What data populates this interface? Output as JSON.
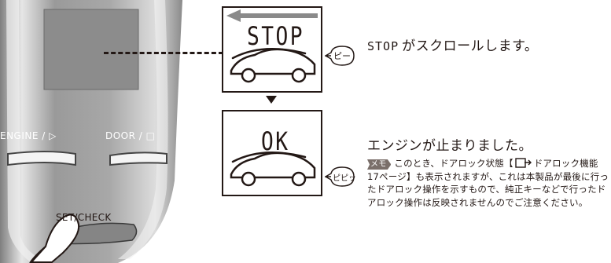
{
  "remote": {
    "engine_label": "ENGINE / ▷",
    "door_label": "DOOR / □",
    "set_check_label": "SET/CHECK"
  },
  "screen1": {
    "text": "STOP"
  },
  "screen2": {
    "text": "OK"
  },
  "beep1": "ピー",
  "beep2": "ピピッ",
  "status1": {
    "seg_text": "STOP",
    "text": "がスクロールします。"
  },
  "status2": "エンジンが止まりました。",
  "note": {
    "badge": "メモ",
    "text_before_icon": "このとき、ドアロック状態【",
    "text_after_icon": "ドアロック機能　17ページ】も表示されますが、これは本製品が最後に行ったドアロック操作を示すもので、純正キーなどで行ったドアロック操作は反映されませんのでご注意ください。"
  },
  "colors": {
    "ink": "#231815",
    "remote_body": "#b9b9b9",
    "remote_dark": "#7d7d7d",
    "memo_badge": "#7a6f6a"
  }
}
